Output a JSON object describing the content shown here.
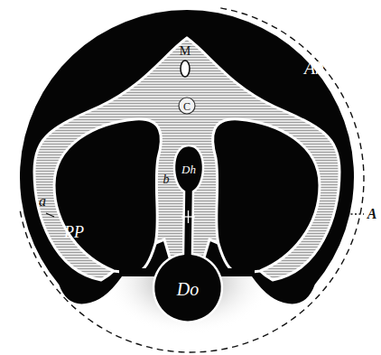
{
  "diagram": {
    "labels": [
      "M",
      "Ah",
      "A",
      "C",
      "a",
      "PP",
      "b",
      "Dh",
      "Do"
    ]
  }
}
